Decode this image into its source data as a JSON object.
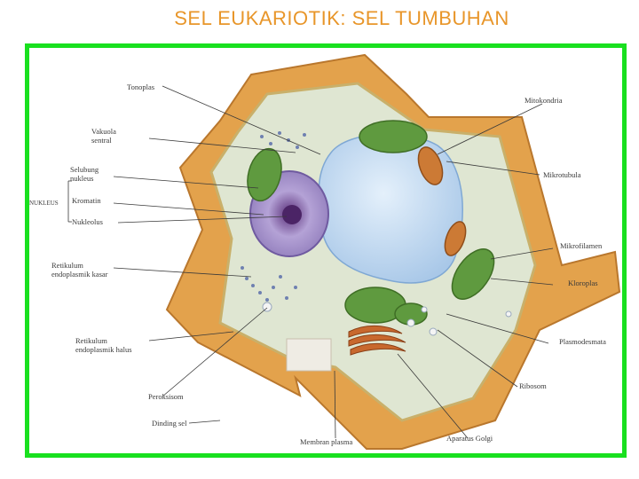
{
  "title": "SEL EUKARIOTIK: SEL TUMBUHAN",
  "labels": {
    "tonoplas": "Tonoplas",
    "vakuola_line1": "Vakuola",
    "vakuola_line2": "sentral",
    "selubung_line1": "Selubung",
    "selubung_line2": "nukleus",
    "nukleus": "NUKLEUS",
    "kromatin": "Kromatin",
    "nukleolus": "Nukleolus",
    "retikulum_kasar_line1": "Retikulum",
    "retikulum_kasar_line2": "endoplasmik kasar",
    "retikulum_halus_line1": "Retikulum",
    "retikulum_halus_line2": "endoplasmik halus",
    "peroksisom": "Peroksisom",
    "dinding_sel": "Dinding sel",
    "membran_plasma": "Membran plasma",
    "aparatus_golgi": "Aparatus Golgi",
    "ribosom": "Ribosom",
    "plasmodesmata": "Plasmodesmata",
    "kloroplas": "Kloroplas",
    "mikrofilamen": "Mikrofilamen",
    "mikrotubula": "Mikrotubula",
    "mitokondria": "Mitokondria"
  },
  "colors": {
    "title": "#e8962a",
    "frame": "#19e01f",
    "cell_wall": "#e3a24c",
    "cytoplasm": "#dfe6d2",
    "vacuole": "#bcd6ef",
    "nucleus": "#9c86c4",
    "chloroplast": "#5f9a3f",
    "mitochondria": "#cc7a35"
  }
}
